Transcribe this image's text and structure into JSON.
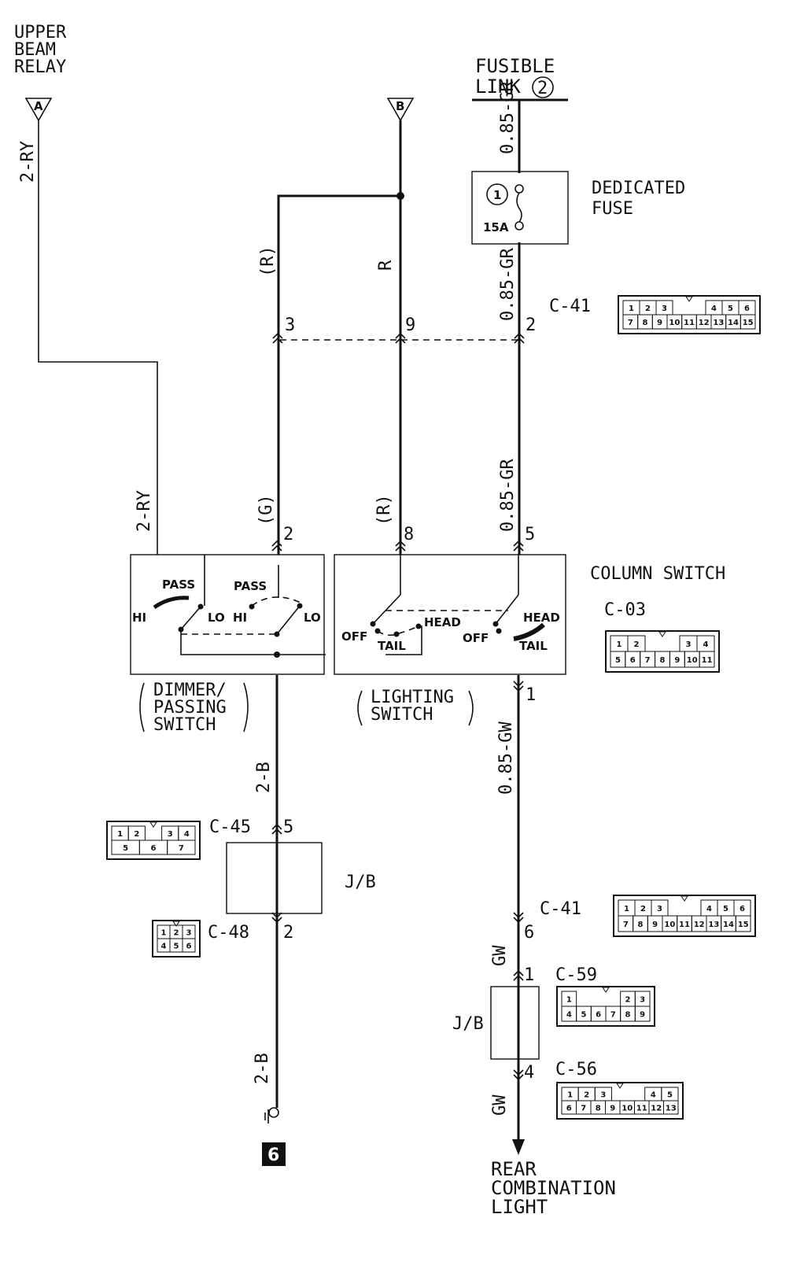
{
  "labels": {
    "upper_beam_relay": [
      "UPPER",
      "BEAM",
      "RELAY"
    ],
    "fusible_link": [
      "FUSIBLE",
      "LINK"
    ],
    "fusible_link_num": "2",
    "dedicated_fuse": [
      "DEDICATED",
      "FUSE"
    ],
    "fuse_num": "1",
    "fuse_rating": "15A",
    "column_switch": "COLUMN SWITCH",
    "dimmer_switch": [
      "DIMMER/",
      "PASSING",
      "SWITCH"
    ],
    "lighting_switch": [
      "LIGHTING",
      "SWITCH"
    ],
    "jb": "J/B",
    "rear_combination_light": [
      "REAR",
      "COMBINATION",
      "LIGHT"
    ],
    "ground_num": "6"
  },
  "terminals": {
    "a": "A",
    "b": "B"
  },
  "wires": {
    "a_top": "2-RY",
    "a_mid": "2-RY",
    "r_paren_top": "(R)",
    "r_top": "R",
    "gr_top": "0.85-GR",
    "g_paren": "(G)",
    "r_paren_mid": "(R)",
    "gr_mid": "0.85-GR",
    "b_mid": "2-B",
    "gw_mid": "0.85-GW",
    "gw_low1": "GW",
    "b_low": "2-B",
    "gw_low2": "GW"
  },
  "pins": {
    "c41_3": "3",
    "c41_9": "9",
    "c41_2": "2",
    "c03_2": "2",
    "c03_8": "8",
    "c03_5": "5",
    "c03_1": "1",
    "c45_5": "5",
    "c48_2": "2",
    "c41_6": "6",
    "c59_1": "1",
    "c56_4": "4"
  },
  "switch_labels": {
    "hi1": "HI",
    "pass1": "PASS",
    "lo1": "LO",
    "pass2": "PASS",
    "hi2": "HI",
    "lo2": "LO",
    "off1": "OFF",
    "head1": "HEAD",
    "tail1": "TAIL",
    "off2": "OFF",
    "head2": "HEAD",
    "tail2": "TAIL"
  },
  "connectors": [
    {
      "id": "c41a",
      "name": "C-41",
      "top": [
        "1",
        "2",
        "3",
        "",
        "",
        "4",
        "5",
        "6"
      ],
      "bottom": [
        "7",
        "8",
        "9",
        "10",
        "11",
        "12",
        "13",
        "14",
        "15"
      ]
    },
    {
      "id": "c03",
      "name": "C-03",
      "top": [
        "1",
        "2",
        "",
        "",
        "3",
        "4"
      ],
      "bottom": [
        "5",
        "6",
        "7",
        "8",
        "9",
        "10",
        "11"
      ]
    },
    {
      "id": "c45",
      "name": "C-45",
      "top": [
        "1",
        "2",
        "",
        "3",
        "4"
      ],
      "bottom": [
        "5",
        "6",
        "7"
      ]
    },
    {
      "id": "c48",
      "name": "C-48",
      "top": [
        "1",
        "2",
        "3"
      ],
      "bottom": [
        "4",
        "5",
        "6"
      ]
    },
    {
      "id": "c41b",
      "name": "C-41",
      "top": [
        "1",
        "2",
        "3",
        "",
        "",
        "4",
        "5",
        "6"
      ],
      "bottom": [
        "7",
        "8",
        "9",
        "10",
        "11",
        "12",
        "13",
        "14",
        "15"
      ]
    },
    {
      "id": "c59",
      "name": "C-59",
      "top": [
        "1",
        "",
        "",
        "",
        "2",
        "3"
      ],
      "bottom": [
        "4",
        "5",
        "6",
        "7",
        "8",
        "9"
      ]
    },
    {
      "id": "c56",
      "name": "C-56",
      "top": [
        "1",
        "2",
        "3",
        "",
        "",
        "4",
        "5"
      ],
      "bottom": [
        "6",
        "7",
        "8",
        "9",
        "10",
        "11",
        "12",
        "13"
      ]
    }
  ]
}
